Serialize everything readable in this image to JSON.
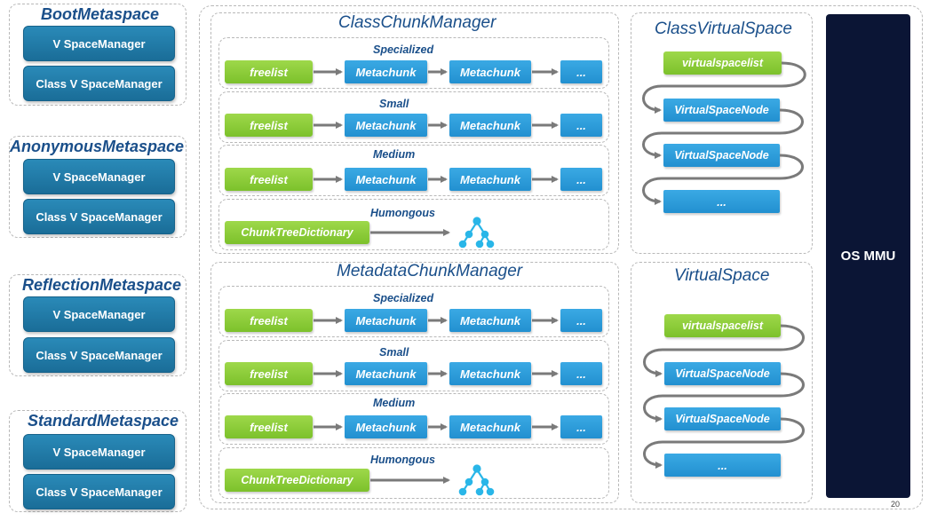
{
  "metaspaces": [
    {
      "title": "BootMetaspace",
      "vsm": "V SpaceManager",
      "cvsm": "Class V SpaceManager"
    },
    {
      "title": "AnonymousMetaspace",
      "vsm": "V SpaceManager",
      "cvsm": "Class V SpaceManager"
    },
    {
      "title": "ReflectionMetaspace",
      "vsm": "V SpaceManager",
      "cvsm": "Class V SpaceManager"
    },
    {
      "title": "StandardMetaspace",
      "vsm": "V SpaceManager",
      "cvsm": "Class V SpaceManager"
    }
  ],
  "chunk_managers": [
    {
      "title": "ClassChunkManager",
      "rows": [
        {
          "label": "Specialized",
          "freelist": "freelist",
          "chunk1": "Metachunk",
          "chunk2": "Metachunk",
          "more": "..."
        },
        {
          "label": "Small",
          "freelist": "freelist",
          "chunk1": "Metachunk",
          "chunk2": "Metachunk",
          "more": "..."
        },
        {
          "label": "Medium",
          "freelist": "freelist",
          "chunk1": "Metachunk",
          "chunk2": "Metachunk",
          "more": "..."
        }
      ],
      "humongous": {
        "label": "Humongous",
        "dictionary": "ChunkTreeDictionary"
      }
    },
    {
      "title": "MetadataChunkManager",
      "rows": [
        {
          "label": "Specialized",
          "freelist": "freelist",
          "chunk1": "Metachunk",
          "chunk2": "Metachunk",
          "more": "..."
        },
        {
          "label": "Small",
          "freelist": "freelist",
          "chunk1": "Metachunk",
          "chunk2": "Metachunk",
          "more": "..."
        },
        {
          "label": "Medium",
          "freelist": "freelist",
          "chunk1": "Metachunk",
          "chunk2": "Metachunk",
          "more": "..."
        }
      ],
      "humongous": {
        "label": "Humongous",
        "dictionary": "ChunkTreeDictionary"
      }
    }
  ],
  "virtual_spaces": [
    {
      "title": "ClassVirtualSpace",
      "list": "virtualspacelist",
      "node1": "VirtualSpaceNode",
      "node2": "VirtualSpaceNode",
      "more": "..."
    },
    {
      "title": "VirtualSpace",
      "list": "virtualspacelist",
      "node1": "VirtualSpaceNode",
      "node2": "VirtualSpaceNode",
      "more": "..."
    }
  ],
  "os_mmu": "OS MMU",
  "page_number": "20",
  "colors": {
    "title_blue": "#1a4f8a",
    "manager_blue": "#1a6d98",
    "chunk_blue": "#2a9bdc",
    "freelist_green": "#8bcb36",
    "os_mmu_bg": "#0b1535",
    "tree_icon": "#29b6e8"
  }
}
